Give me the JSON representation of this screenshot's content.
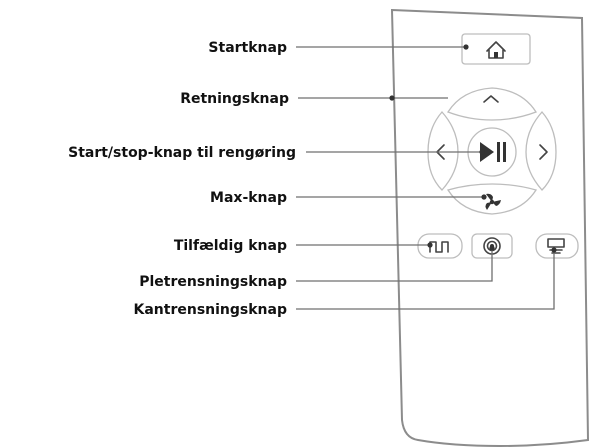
{
  "labels": {
    "home": "Startknap",
    "direction": "Retningsknap",
    "start_stop": "Start/stop-knap til rengøring",
    "max": "Max-knap",
    "random": "Tilfældig knap",
    "spot": "Pletrensningsknap",
    "edge": "Kantrensningsknap"
  },
  "icons": {
    "home": "home-icon",
    "up": "chevron-up-icon",
    "left": "chevron-left-icon",
    "right": "chevron-right-icon",
    "play_pause": "play-pause-icon",
    "max": "fan-icon",
    "random": "random-path-icon",
    "spot": "spot-clean-icon",
    "edge": "edge-clean-icon"
  },
  "colors": {
    "label_text": "#111111",
    "leader_line": "#6f6f6f",
    "remote_outline": "#8c8c8c",
    "button_outline": "#bdbdbd",
    "icon": "#333333"
  }
}
